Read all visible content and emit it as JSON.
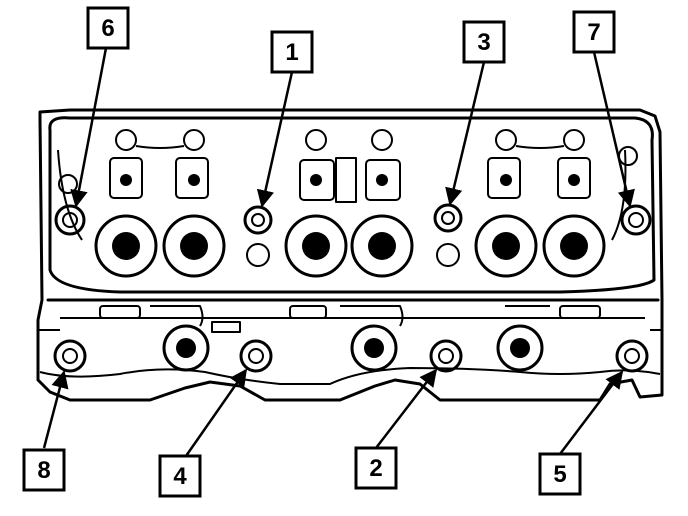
{
  "colors": {
    "ink": "#000000",
    "paper": "#ffffff"
  },
  "callouts": [
    {
      "label": "6",
      "icon": "bolt-hole-icon"
    },
    {
      "label": "1",
      "icon": "bolt-hole-icon"
    },
    {
      "label": "3",
      "icon": "bolt-hole-icon"
    },
    {
      "label": "7",
      "icon": "bolt-hole-icon"
    },
    {
      "label": "8",
      "icon": "bolt-hole-icon"
    },
    {
      "label": "4",
      "icon": "bolt-hole-icon"
    },
    {
      "label": "2",
      "icon": "bolt-hole-icon"
    },
    {
      "label": "5",
      "icon": "bolt-hole-icon"
    }
  ]
}
